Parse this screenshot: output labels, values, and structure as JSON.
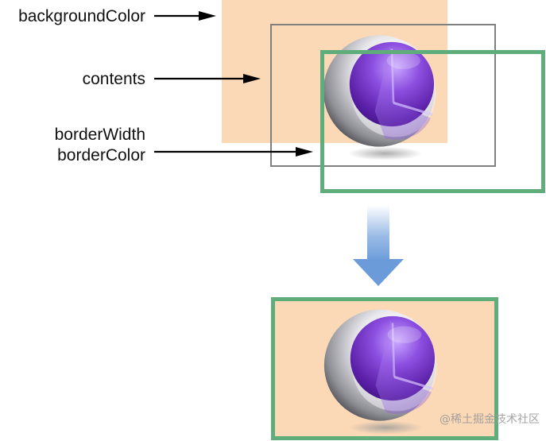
{
  "labels": {
    "background_color": "backgroundColor",
    "contents": "contents",
    "border_width": "borderWidth",
    "border_color": "borderColor"
  },
  "colors": {
    "background_fill": "#fcd9b6",
    "contents_outline": "#7f7f7f",
    "border": "#5fad7a",
    "transition_arrow": "#7aa6de",
    "sphere": "#6a2fb8"
  },
  "icons": {
    "pointer_arrow": "arrow-right-icon",
    "transition_arrow": "arrow-down-icon",
    "contents_image": "purple-sphere-icon"
  },
  "watermark": "@稀土掘金技术社区"
}
